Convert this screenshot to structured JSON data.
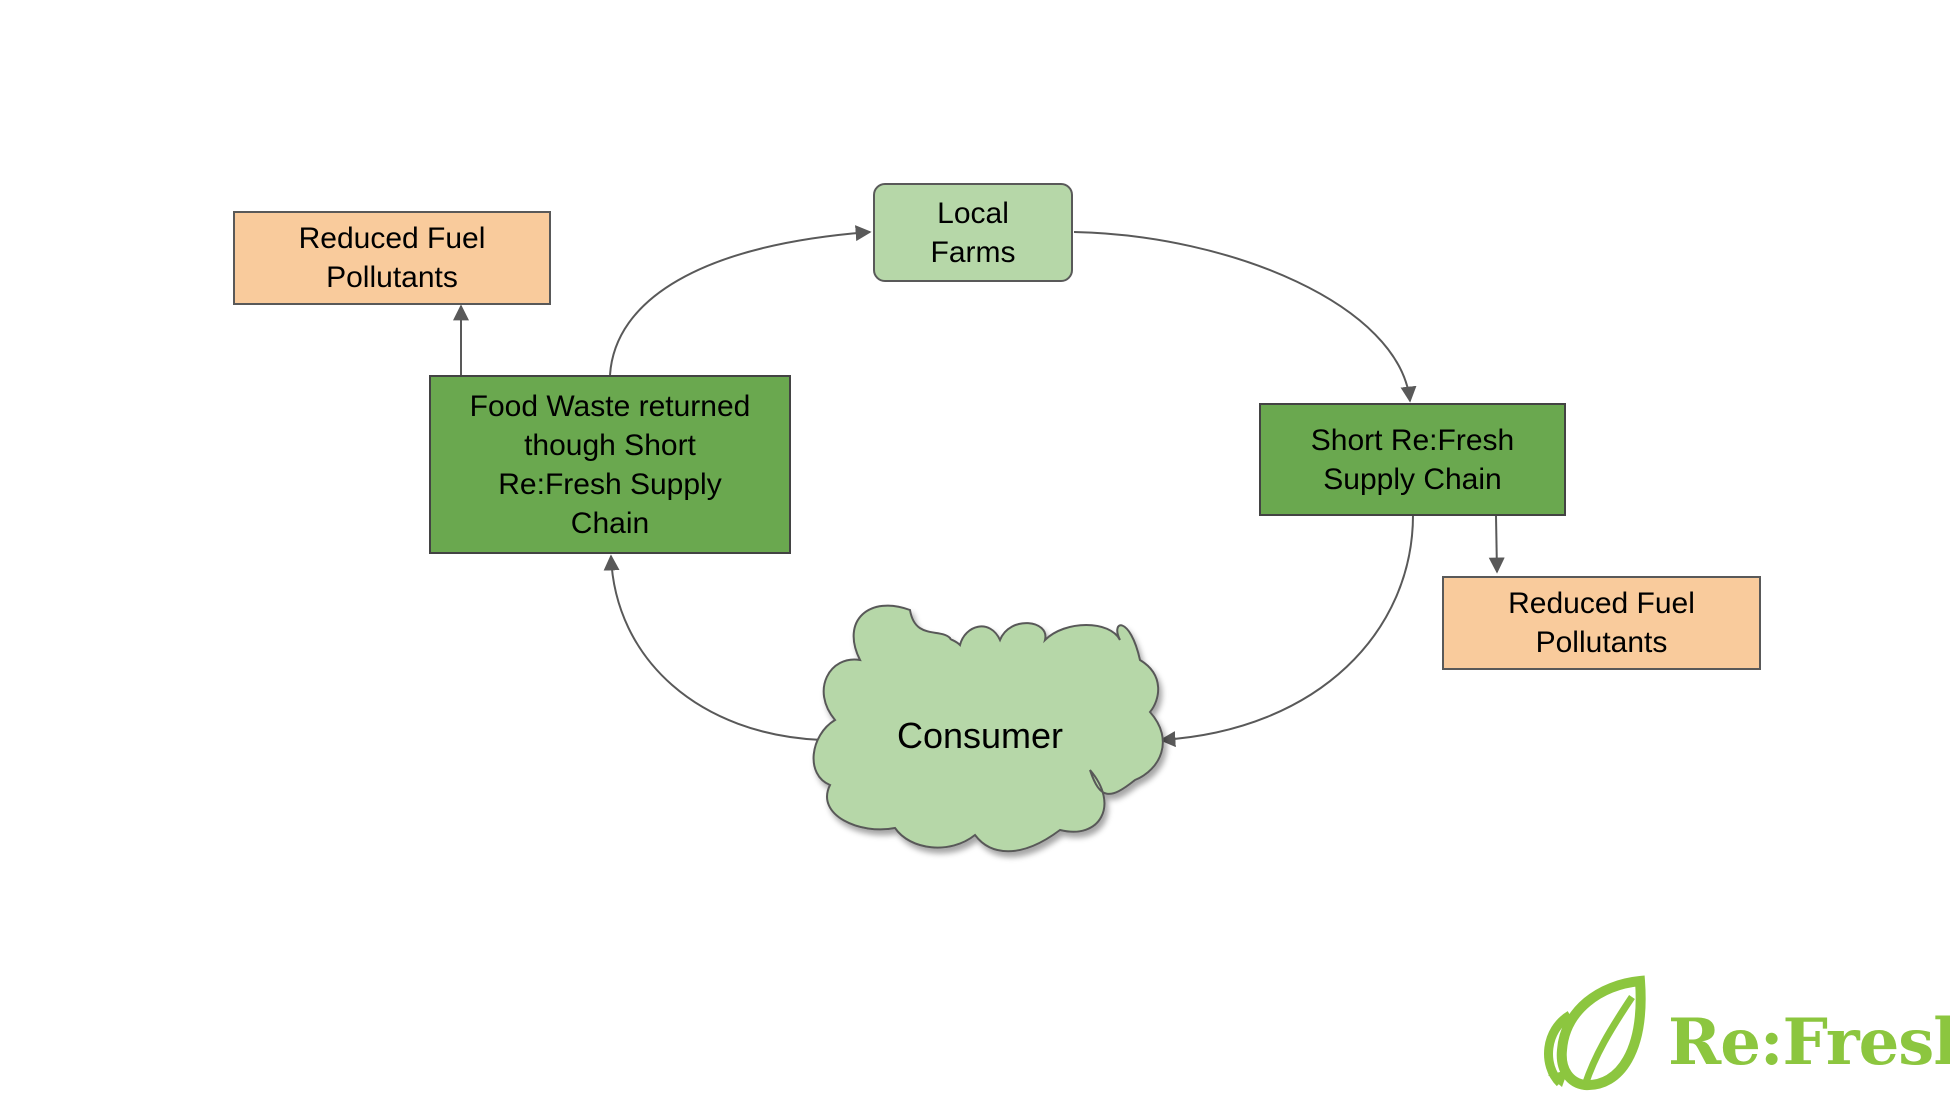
{
  "nodes": {
    "local_farms": "Local\nFarms",
    "supply_chain": "Short Re:Fresh\nSupply Chain",
    "food_waste": "Food Waste returned\nthough Short\nRe:Fresh  Supply\nChain",
    "consumer": "Consumer",
    "reduced_fuel_left": "Reduced Fuel\nPollutants",
    "reduced_fuel_right": "Reduced Fuel\nPollutants"
  },
  "logo": {
    "text": "Re:Fresh"
  },
  "colors": {
    "farms_fill": "#b6d7a8",
    "chain_fill": "#6aa84f",
    "fuel_fill": "#f9cb9c",
    "cloud_fill": "#b6d7a8",
    "connector": "#595959",
    "logo_green": "#8cc63f"
  }
}
